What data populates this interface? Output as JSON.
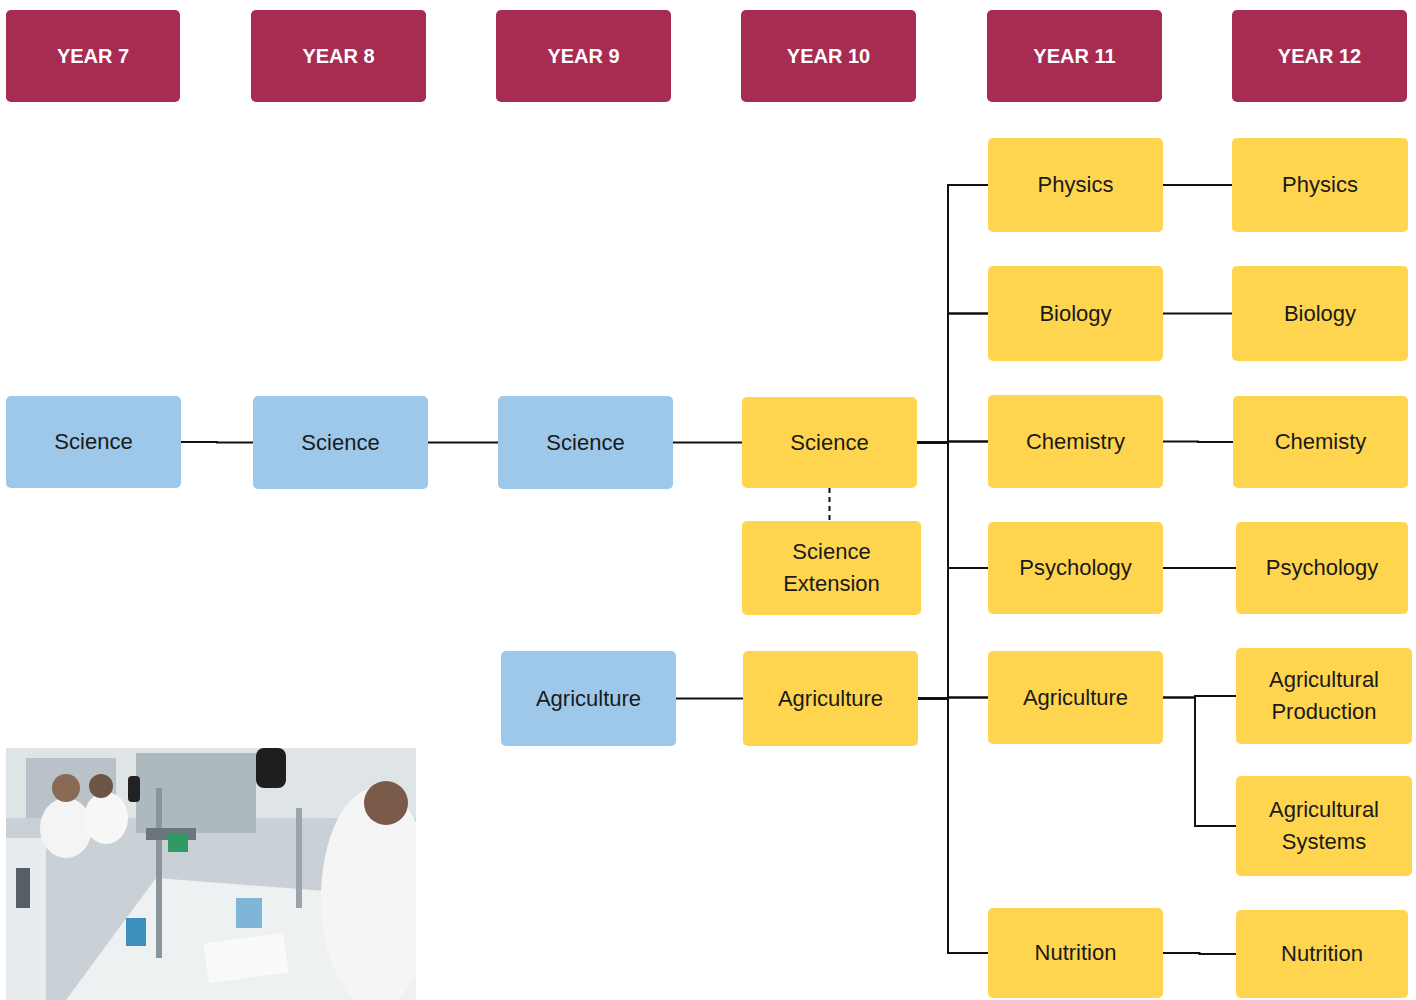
{
  "diagram": {
    "nodes": [
      {
        "text": [
          "YEAR 7"
        ]
      },
      {
        "text": [
          "YEAR 8"
        ]
      },
      {
        "text": [
          "YEAR 9"
        ]
      },
      {
        "text": [
          "YEAR 10"
        ]
      },
      {
        "text": [
          "YEAR 11"
        ]
      },
      {
        "text": [
          "YEAR 12"
        ]
      },
      {
        "text": [
          "Physics"
        ]
      },
      {
        "text": [
          "Physics"
        ]
      },
      {
        "text": [
          "Biology"
        ]
      },
      {
        "text": [
          "Biology"
        ]
      },
      {
        "text": [
          "Science"
        ]
      },
      {
        "text": [
          "Science"
        ]
      },
      {
        "text": [
          "Science"
        ]
      },
      {
        "text": [
          "Science"
        ]
      },
      {
        "text": [
          "Chemistry"
        ]
      },
      {
        "text": [
          "Chemisty"
        ]
      },
      {
        "text": [
          "Science Extension"
        ]
      },
      {
        "text": [
          "Psychology"
        ]
      },
      {
        "text": [
          "Psychology"
        ]
      },
      {
        "text": [
          "Agriculture"
        ]
      },
      {
        "text": [
          "Agriculture"
        ]
      },
      {
        "text": [
          "Agriculture"
        ]
      },
      {
        "text": [
          "Agricultural Production"
        ]
      },
      {
        "text": [
          "Agricultural Systems"
        ]
      },
      {
        "text": [
          "Nutrition"
        ]
      },
      {
        "text": [
          "Nutrition"
        ]
      }
    ],
    "edges": [
      {
        "from": 10,
        "to": 11,
        "arrow": "none"
      },
      {
        "from": 11,
        "to": 12,
        "arrow": "none"
      },
      {
        "from": 12,
        "to": 13,
        "arrow": "none"
      },
      {
        "from": 13,
        "to": 16,
        "arrow": "none"
      },
      {
        "from": 19,
        "to": 20,
        "arrow": "none"
      },
      {
        "from": 13,
        "to": 6,
        "arrow": "none"
      },
      {
        "from": 13,
        "to": 8,
        "arrow": "none"
      },
      {
        "from": 13,
        "to": 14,
        "arrow": "none"
      },
      {
        "from": 13,
        "to": 17,
        "arrow": "none"
      },
      {
        "from": 13,
        "to": 21,
        "arrow": "none"
      },
      {
        "from": 13,
        "to": 24,
        "arrow": "none"
      },
      {
        "from": 20,
        "to": 6,
        "arrow": "none"
      },
      {
        "from": 20,
        "to": 8,
        "arrow": "none"
      },
      {
        "from": 20,
        "to": 14,
        "arrow": "none"
      },
      {
        "from": 20,
        "to": 17,
        "arrow": "none"
      },
      {
        "from": 20,
        "to": 21,
        "arrow": "none"
      },
      {
        "from": 20,
        "to": 24,
        "arrow": "none"
      },
      {
        "from": 6,
        "to": 7,
        "arrow": "none"
      },
      {
        "from": 8,
        "to": 9,
        "arrow": "none"
      },
      {
        "from": 14,
        "to": 15,
        "arrow": "none"
      },
      {
        "from": 17,
        "to": 18,
        "arrow": "none"
      },
      {
        "from": 21,
        "to": 22,
        "arrow": "none"
      },
      {
        "from": 21,
        "to": 23,
        "arrow": "none"
      },
      {
        "from": 24,
        "to": 25,
        "arrow": "none"
      }
    ]
  }
}
